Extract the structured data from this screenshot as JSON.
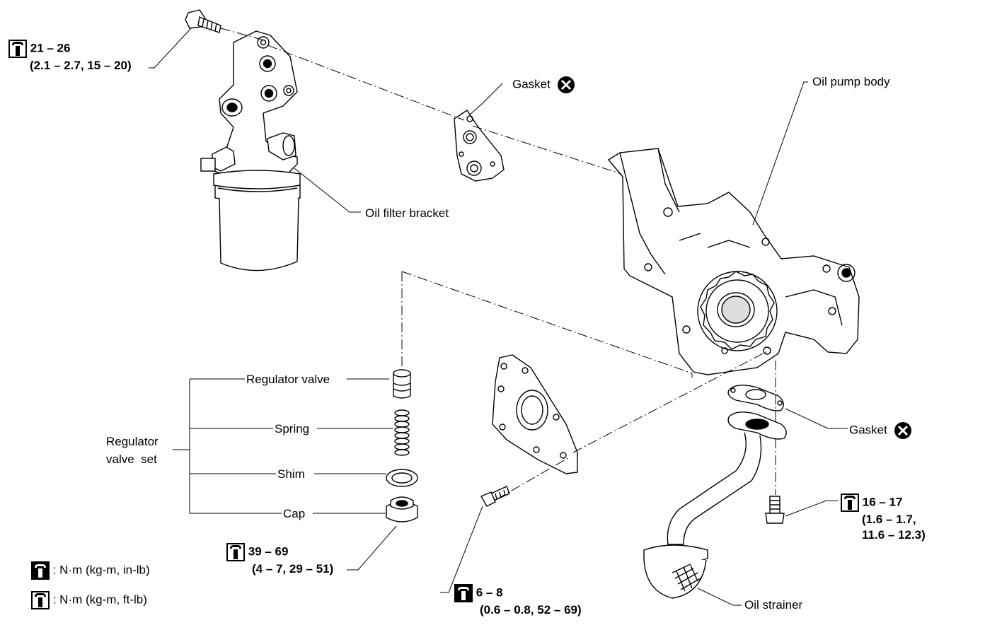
{
  "labels": {
    "gasket_top": "Gasket",
    "oil_pump_body": "Oil pump body",
    "oil_filter_bracket": "Oil filter bracket",
    "regulator_valve": "Regulator valve",
    "spring": "Spring",
    "shim": "Shim",
    "cap": "Cap",
    "regulator_valve_set_line1": "Regulator",
    "regulator_valve_set_line2": "valve  set",
    "gasket_right": "Gasket",
    "oil_strainer": "Oil strainer"
  },
  "torques": {
    "filter_bolt": {
      "line1": "21 – 26",
      "line2": "(2.1 – 2.7, 15 – 20)"
    },
    "cap": {
      "line1": "39 – 69",
      "line2": "(4 – 7, 29 – 51)"
    },
    "cover_screw": {
      "line1": "6 – 8",
      "line2": "(0.6 – 0.8, 52 – 69)"
    },
    "strainer_bolt": {
      "line1": "16 – 17",
      "line2": "(1.6 – 1.7,",
      "line3": "11.6 – 12.3)"
    }
  },
  "legend": {
    "in_lb": ": N·m (kg-m, in-lb)",
    "ft_lb": ": N·m (kg-m, ft-lb)"
  },
  "icons": [
    "torque-wrench-ft-lb-icon",
    "torque-wrench-in-lb-icon",
    "do-not-reuse-icon"
  ]
}
